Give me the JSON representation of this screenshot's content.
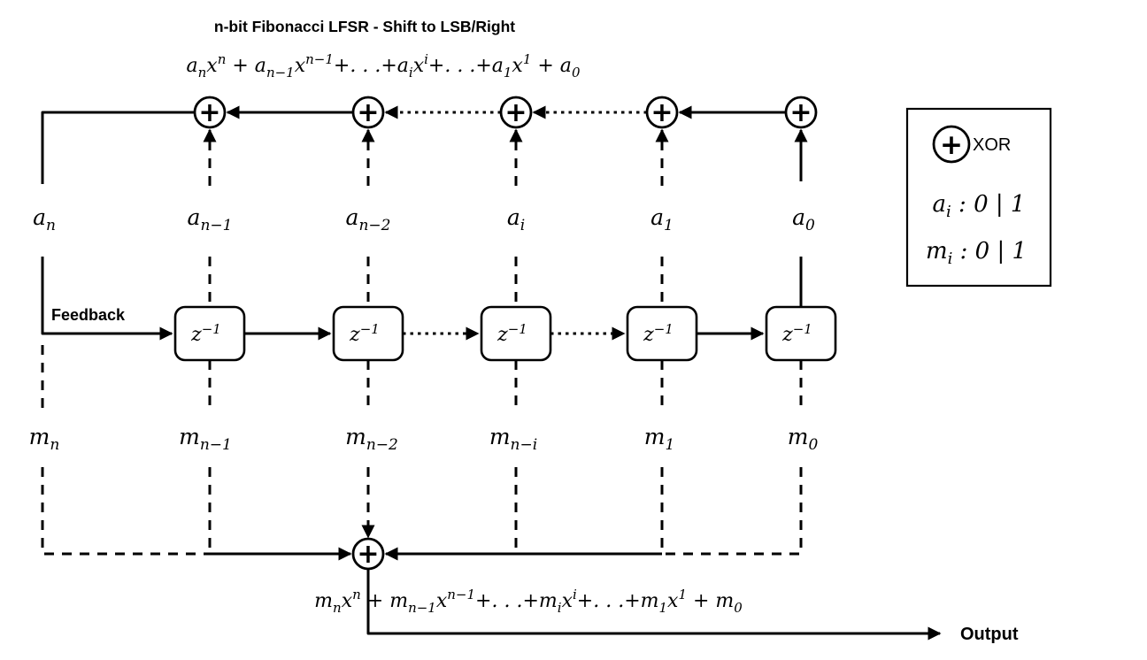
{
  "title": "n-bit Fibonacci LFSR - Shift to LSB/Right",
  "labels": {
    "feedback": "Feedback",
    "output": "Output"
  },
  "colors": {
    "ink": "#000000",
    "background": "#ffffff"
  },
  "xor": {
    "symbol": "+"
  },
  "delay": {
    "base": "z",
    "sup": "−1"
  },
  "taps": {
    "a": [
      {
        "base": "a",
        "sub": "n"
      },
      {
        "base": "a",
        "sub": "n−1"
      },
      {
        "base": "a",
        "sub": "n−2"
      },
      {
        "base": "a",
        "sub": "i"
      },
      {
        "base": "a",
        "sub": "1"
      },
      {
        "base": "a",
        "sub": "0"
      }
    ],
    "m": [
      {
        "base": "m",
        "sub": "n"
      },
      {
        "base": "m",
        "sub": "n−1"
      },
      {
        "base": "m",
        "sub": "n−2"
      },
      {
        "base": "m",
        "sub": "n−i"
      },
      {
        "base": "m",
        "sub": "1"
      },
      {
        "base": "m",
        "sub": "0"
      }
    ]
  },
  "formula_top": {
    "b1": "a",
    "s1": "n",
    "b2": "x",
    "p2": "n",
    "b3": " + a",
    "s3": "n−1",
    "b4": "x",
    "p4": "n−1",
    "b5": "+. . .+a",
    "s5": "i",
    "b6": "x",
    "p6": "i",
    "b7": "+. . .+a",
    "s7": "1",
    "b8": "x",
    "p8": "1",
    "b9": " + a",
    "s9": "0"
  },
  "formula_bottom": {
    "b1": "m",
    "s1": "n",
    "b2": "x",
    "p2": "n",
    "b3": " + m",
    "s3": "n−1",
    "b4": "x",
    "p4": "n−1",
    "b5": "+. . .+m",
    "s5": "i",
    "b6": "x",
    "p6": "i",
    "b7": "+. . .+m",
    "s7": "1",
    "b8": "x",
    "p8": "1",
    "b9": " + m",
    "s9": "0"
  },
  "legend": {
    "xor_label": "XOR",
    "a": {
      "base": "a",
      "sub": "i",
      "rest": " : 0 | 1"
    },
    "m": {
      "base": "m",
      "sub": "i",
      "rest": " : 0 | 1"
    }
  }
}
